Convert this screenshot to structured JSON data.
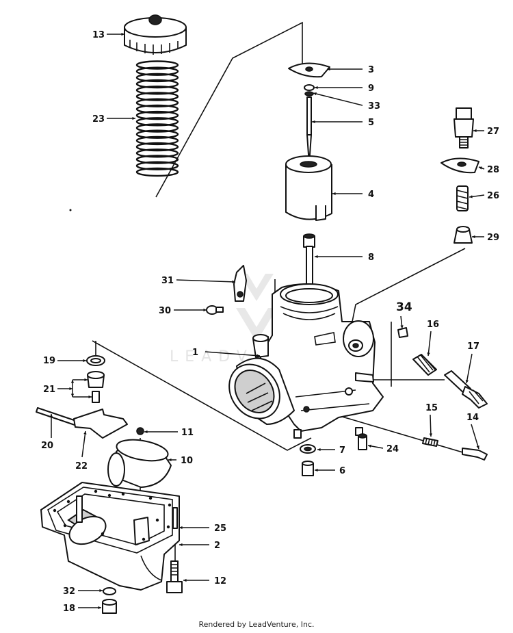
{
  "watermark": {
    "text": "LEADVENTURE"
  },
  "footer": {
    "credit": "Rendered by LeadVenture, Inc."
  },
  "callouts": {
    "c1": "1",
    "c2": "2",
    "c3": "3",
    "c4": "4",
    "c5": "5",
    "c6": "6",
    "c7": "7",
    "c8": "8",
    "c9": "9",
    "c10": "10",
    "c11": "11",
    "c12": "12",
    "c13": "13",
    "c14": "14",
    "c15": "15",
    "c16": "16",
    "c17": "17",
    "c18": "18",
    "c19": "19",
    "c20": "20",
    "c21": "21",
    "c22": "22",
    "c23": "23",
    "c24": "24",
    "c25": "25",
    "c26": "26",
    "c27": "27",
    "c28": "28",
    "c29": "29",
    "c30": "30",
    "c31": "31",
    "c32": "32",
    "c33": "33",
    "c34": "34"
  }
}
